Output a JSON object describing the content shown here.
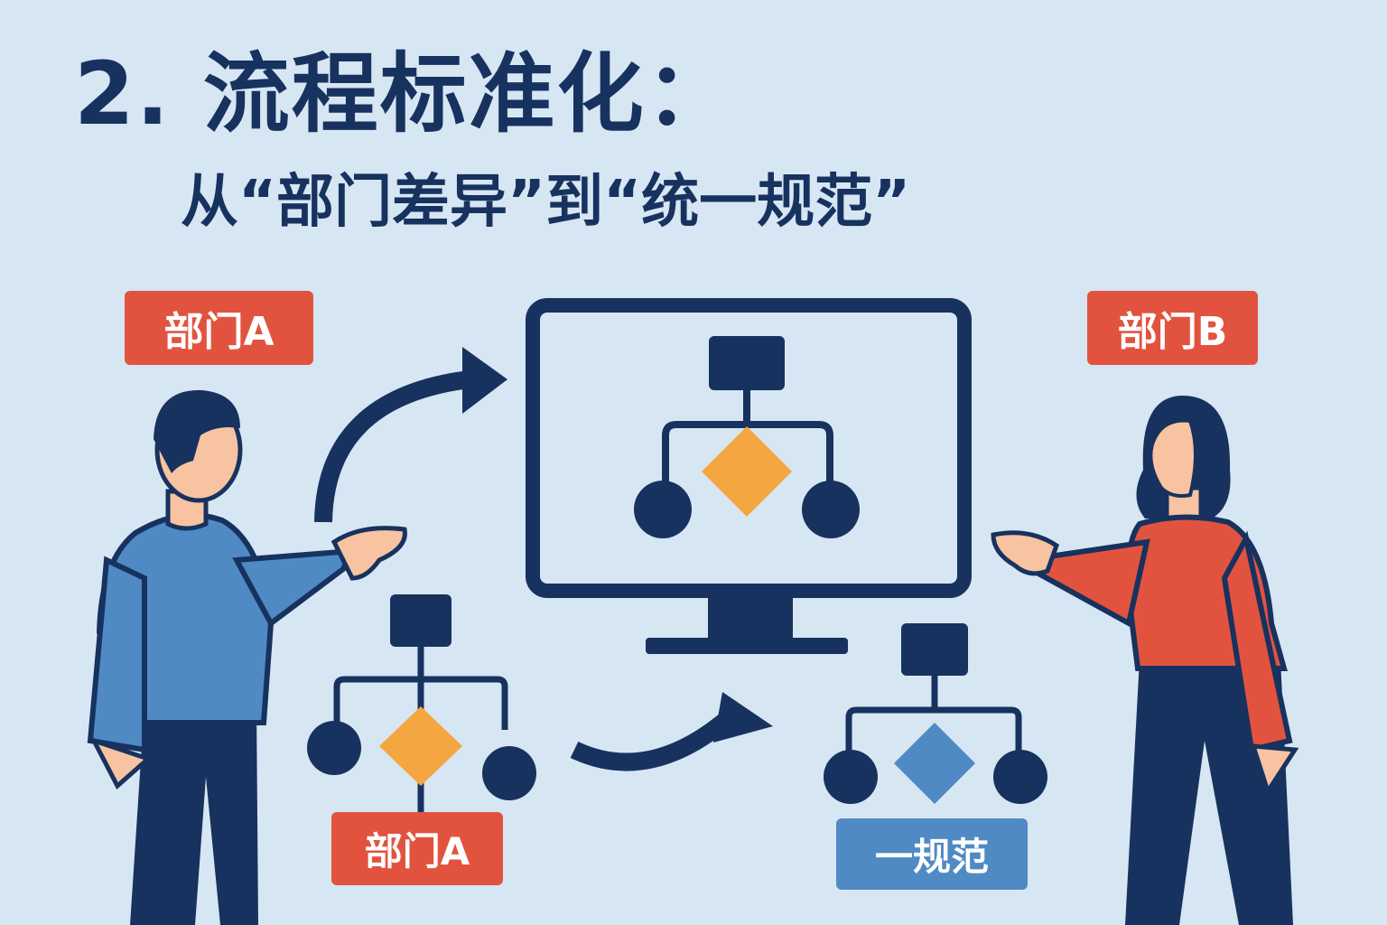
{
  "header": {
    "title": "2. 流程标准化：",
    "subtitle": "从“部门差异”到“统一规范”"
  },
  "labels": {
    "dept_a": "部门A",
    "dept_b": "部门B",
    "dept_a_flow": "部门A",
    "unified": "一规范"
  },
  "colors": {
    "background": "#d7e6f3",
    "navy": "#17325f",
    "red_tag": "#e2533f",
    "blue_tag": "#4f8ac4",
    "orange_diamond": "#f4a640",
    "blue_diamond": "#4f8ac4",
    "man_shirt": "#4f8ac4",
    "woman_shirt": "#e2533f",
    "skin": "#f7c3a0"
  },
  "icons": {
    "monitor": "monitor-icon",
    "flowchart": "flowchart-icon",
    "arrow": "curved-arrow-icon"
  }
}
